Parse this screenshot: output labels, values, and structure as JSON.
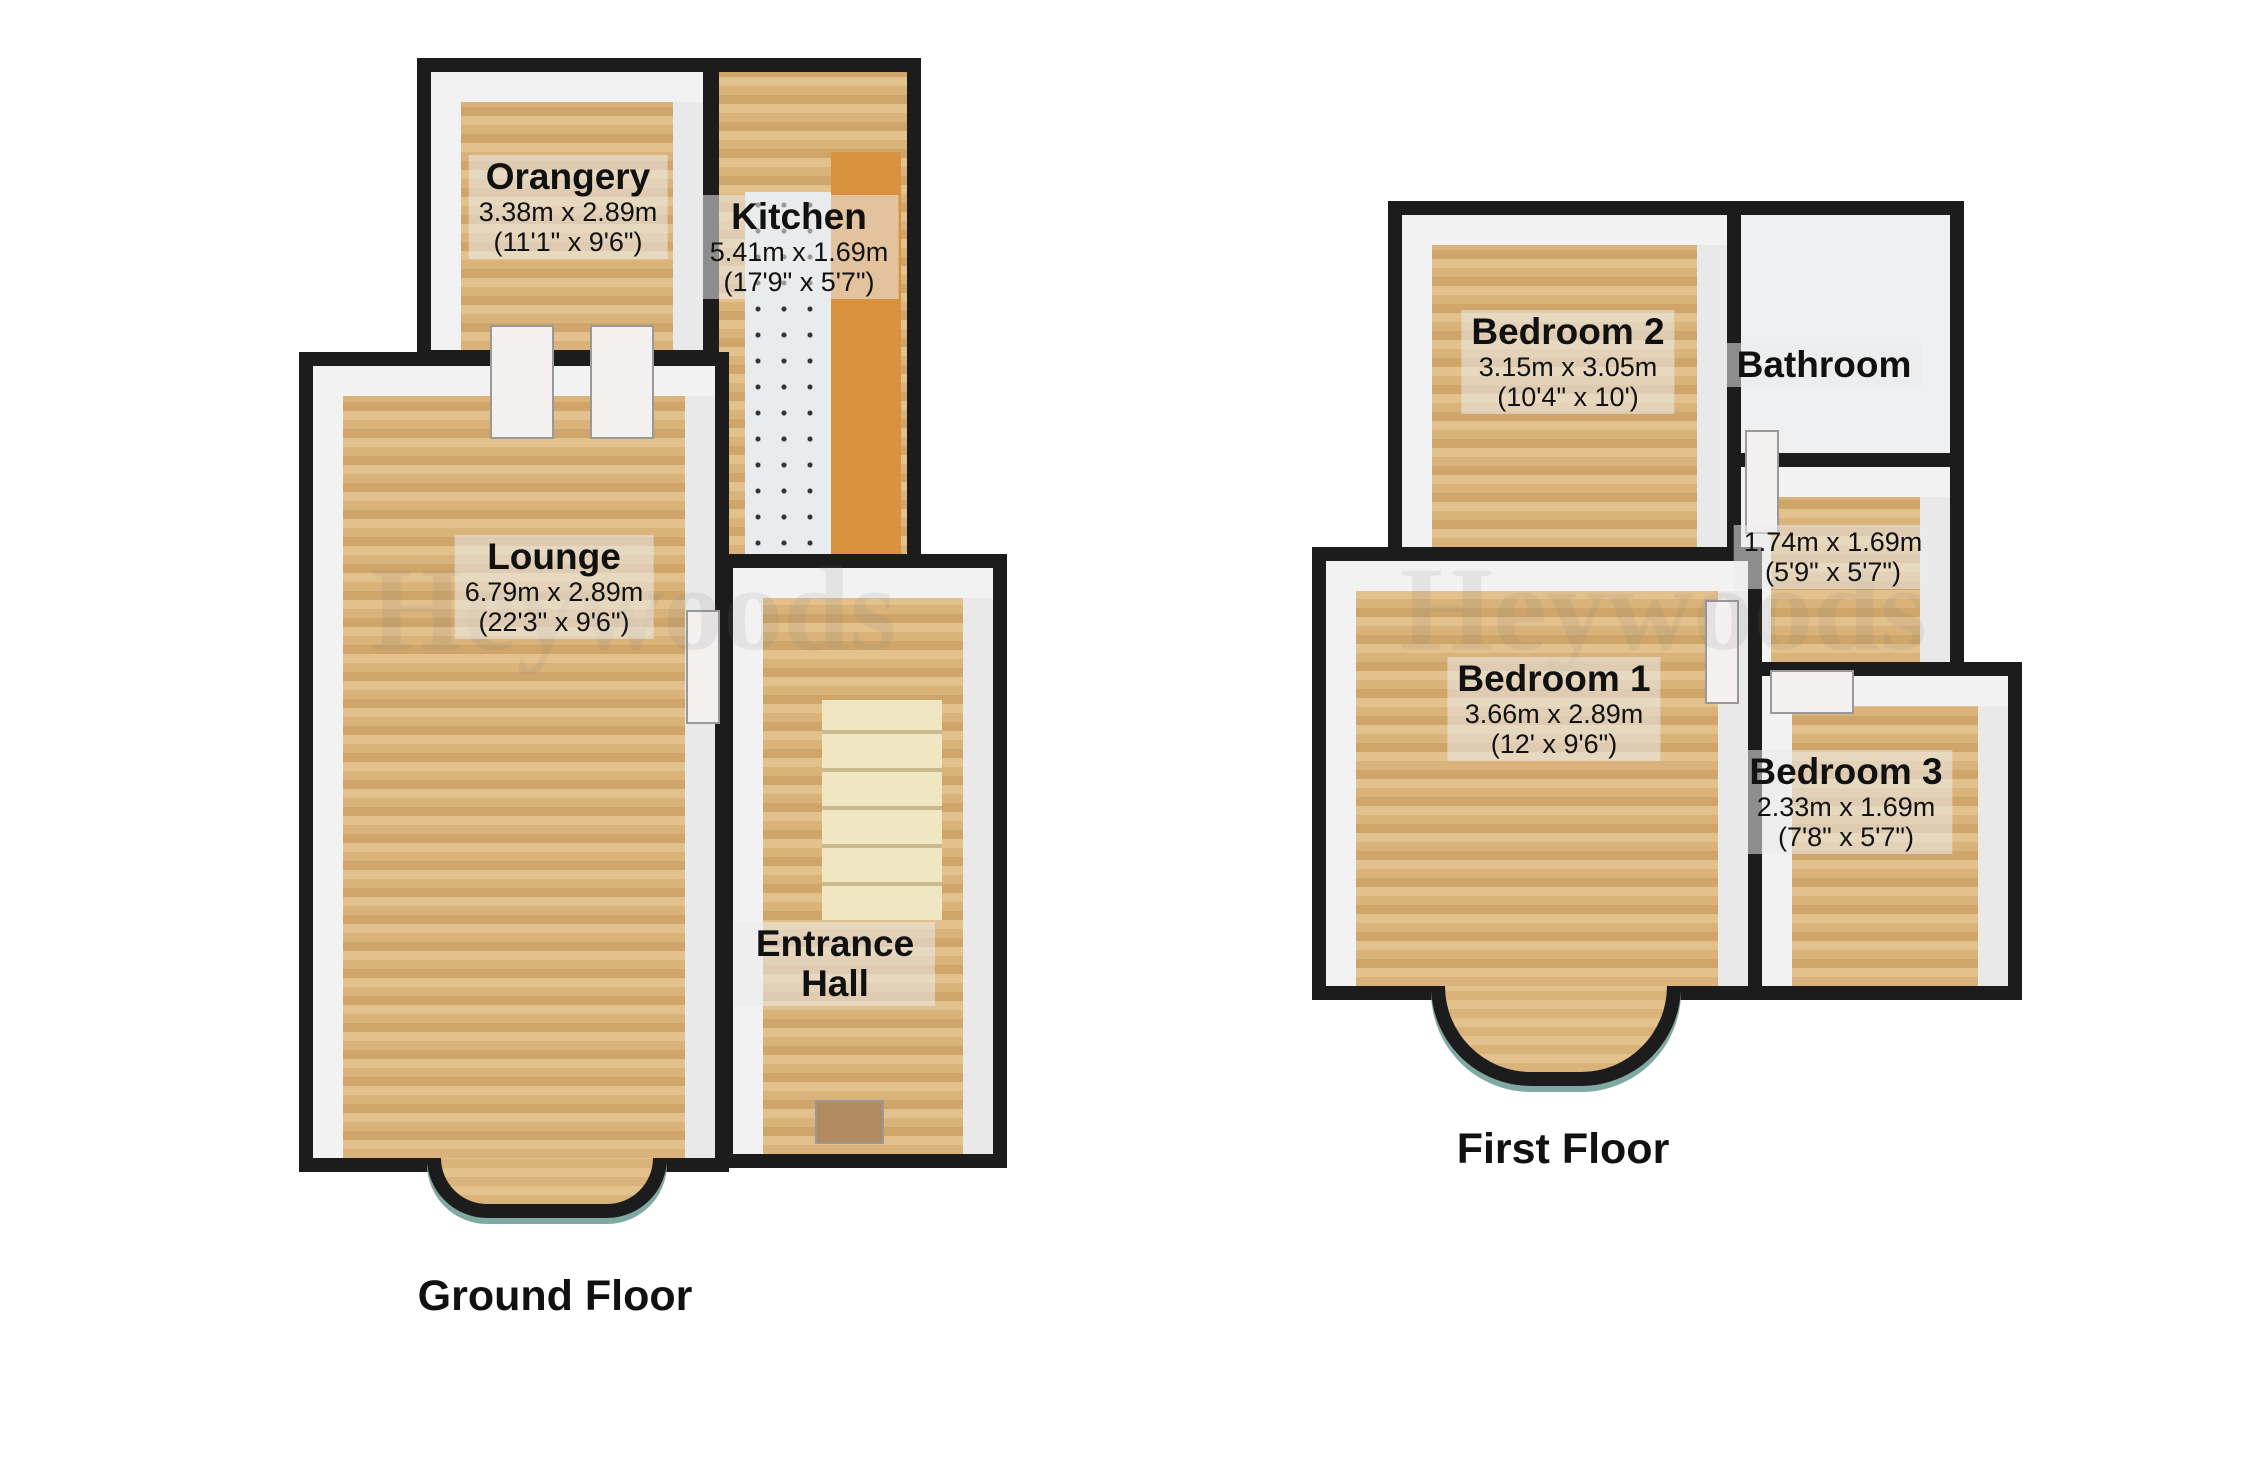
{
  "watermark": "Heywoods",
  "ground_floor": {
    "title": "Ground Floor",
    "rooms": [
      {
        "name": "Orangery",
        "metric": "3.38m x 2.89m",
        "imperial": "(11'1\" x 9'6\")"
      },
      {
        "name": "Kitchen",
        "metric": "5.41m x 1.69m",
        "imperial": "(17'9\" x 5'7\")"
      },
      {
        "name": "Lounge",
        "metric": "6.79m x 2.89m",
        "imperial": "(22'3\" x 9'6\")"
      },
      {
        "name": "Entrance Hall"
      }
    ]
  },
  "first_floor": {
    "title": "First Floor",
    "rooms": [
      {
        "name": "Bedroom 2",
        "metric": "3.15m x 3.05m",
        "imperial": "(10'4\" x 10')"
      },
      {
        "name": "Bathroom"
      },
      {
        "metric": "1.74m x 1.69m",
        "imperial": "(5'9\" x 5'7\")"
      },
      {
        "name": "Bedroom 1",
        "metric": "3.66m x 2.89m",
        "imperial": "(12' x 9'6\")"
      },
      {
        "name": "Bedroom 3",
        "metric": "2.33m x 1.69m",
        "imperial": "(7'8\" x 5'7\")"
      }
    ]
  }
}
